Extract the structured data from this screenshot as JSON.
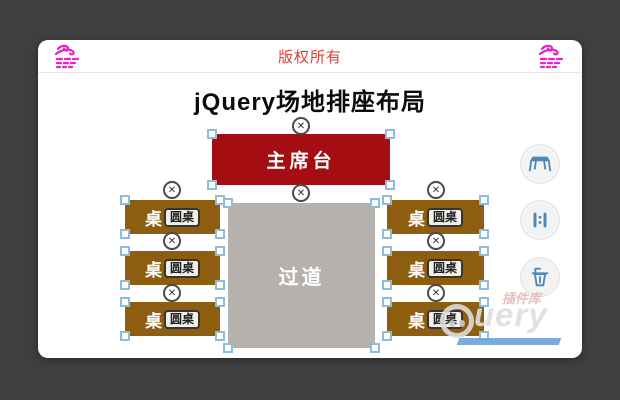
{
  "colors": {
    "background": "#3f3f3f",
    "accent_pink": "#ec1fc8",
    "copyright_red": "#e23b3b",
    "stage_red": "#a40e12",
    "table_brown": "#8d5d10",
    "aisle_gray": "#b5b2ae",
    "tool_blue": "#4c88ba",
    "handle_blue": "#90bcdc"
  },
  "header": {
    "copyright_label": "版权所有"
  },
  "page_title": "jQuery场地排座布局",
  "stage": {
    "label": "主席台"
  },
  "aisle": {
    "label": "过道"
  },
  "table_item": {
    "label": "桌",
    "badge_label": "圆桌"
  },
  "close_button": {
    "symbol": "✕"
  },
  "toolbar": {
    "items": [
      {
        "icon": "table-icon"
      },
      {
        "icon": "distribute-spacing-icon"
      },
      {
        "icon": "trash-icon"
      }
    ]
  },
  "watermark": {
    "cn_label": "插件库",
    "brand_text": "uery"
  }
}
